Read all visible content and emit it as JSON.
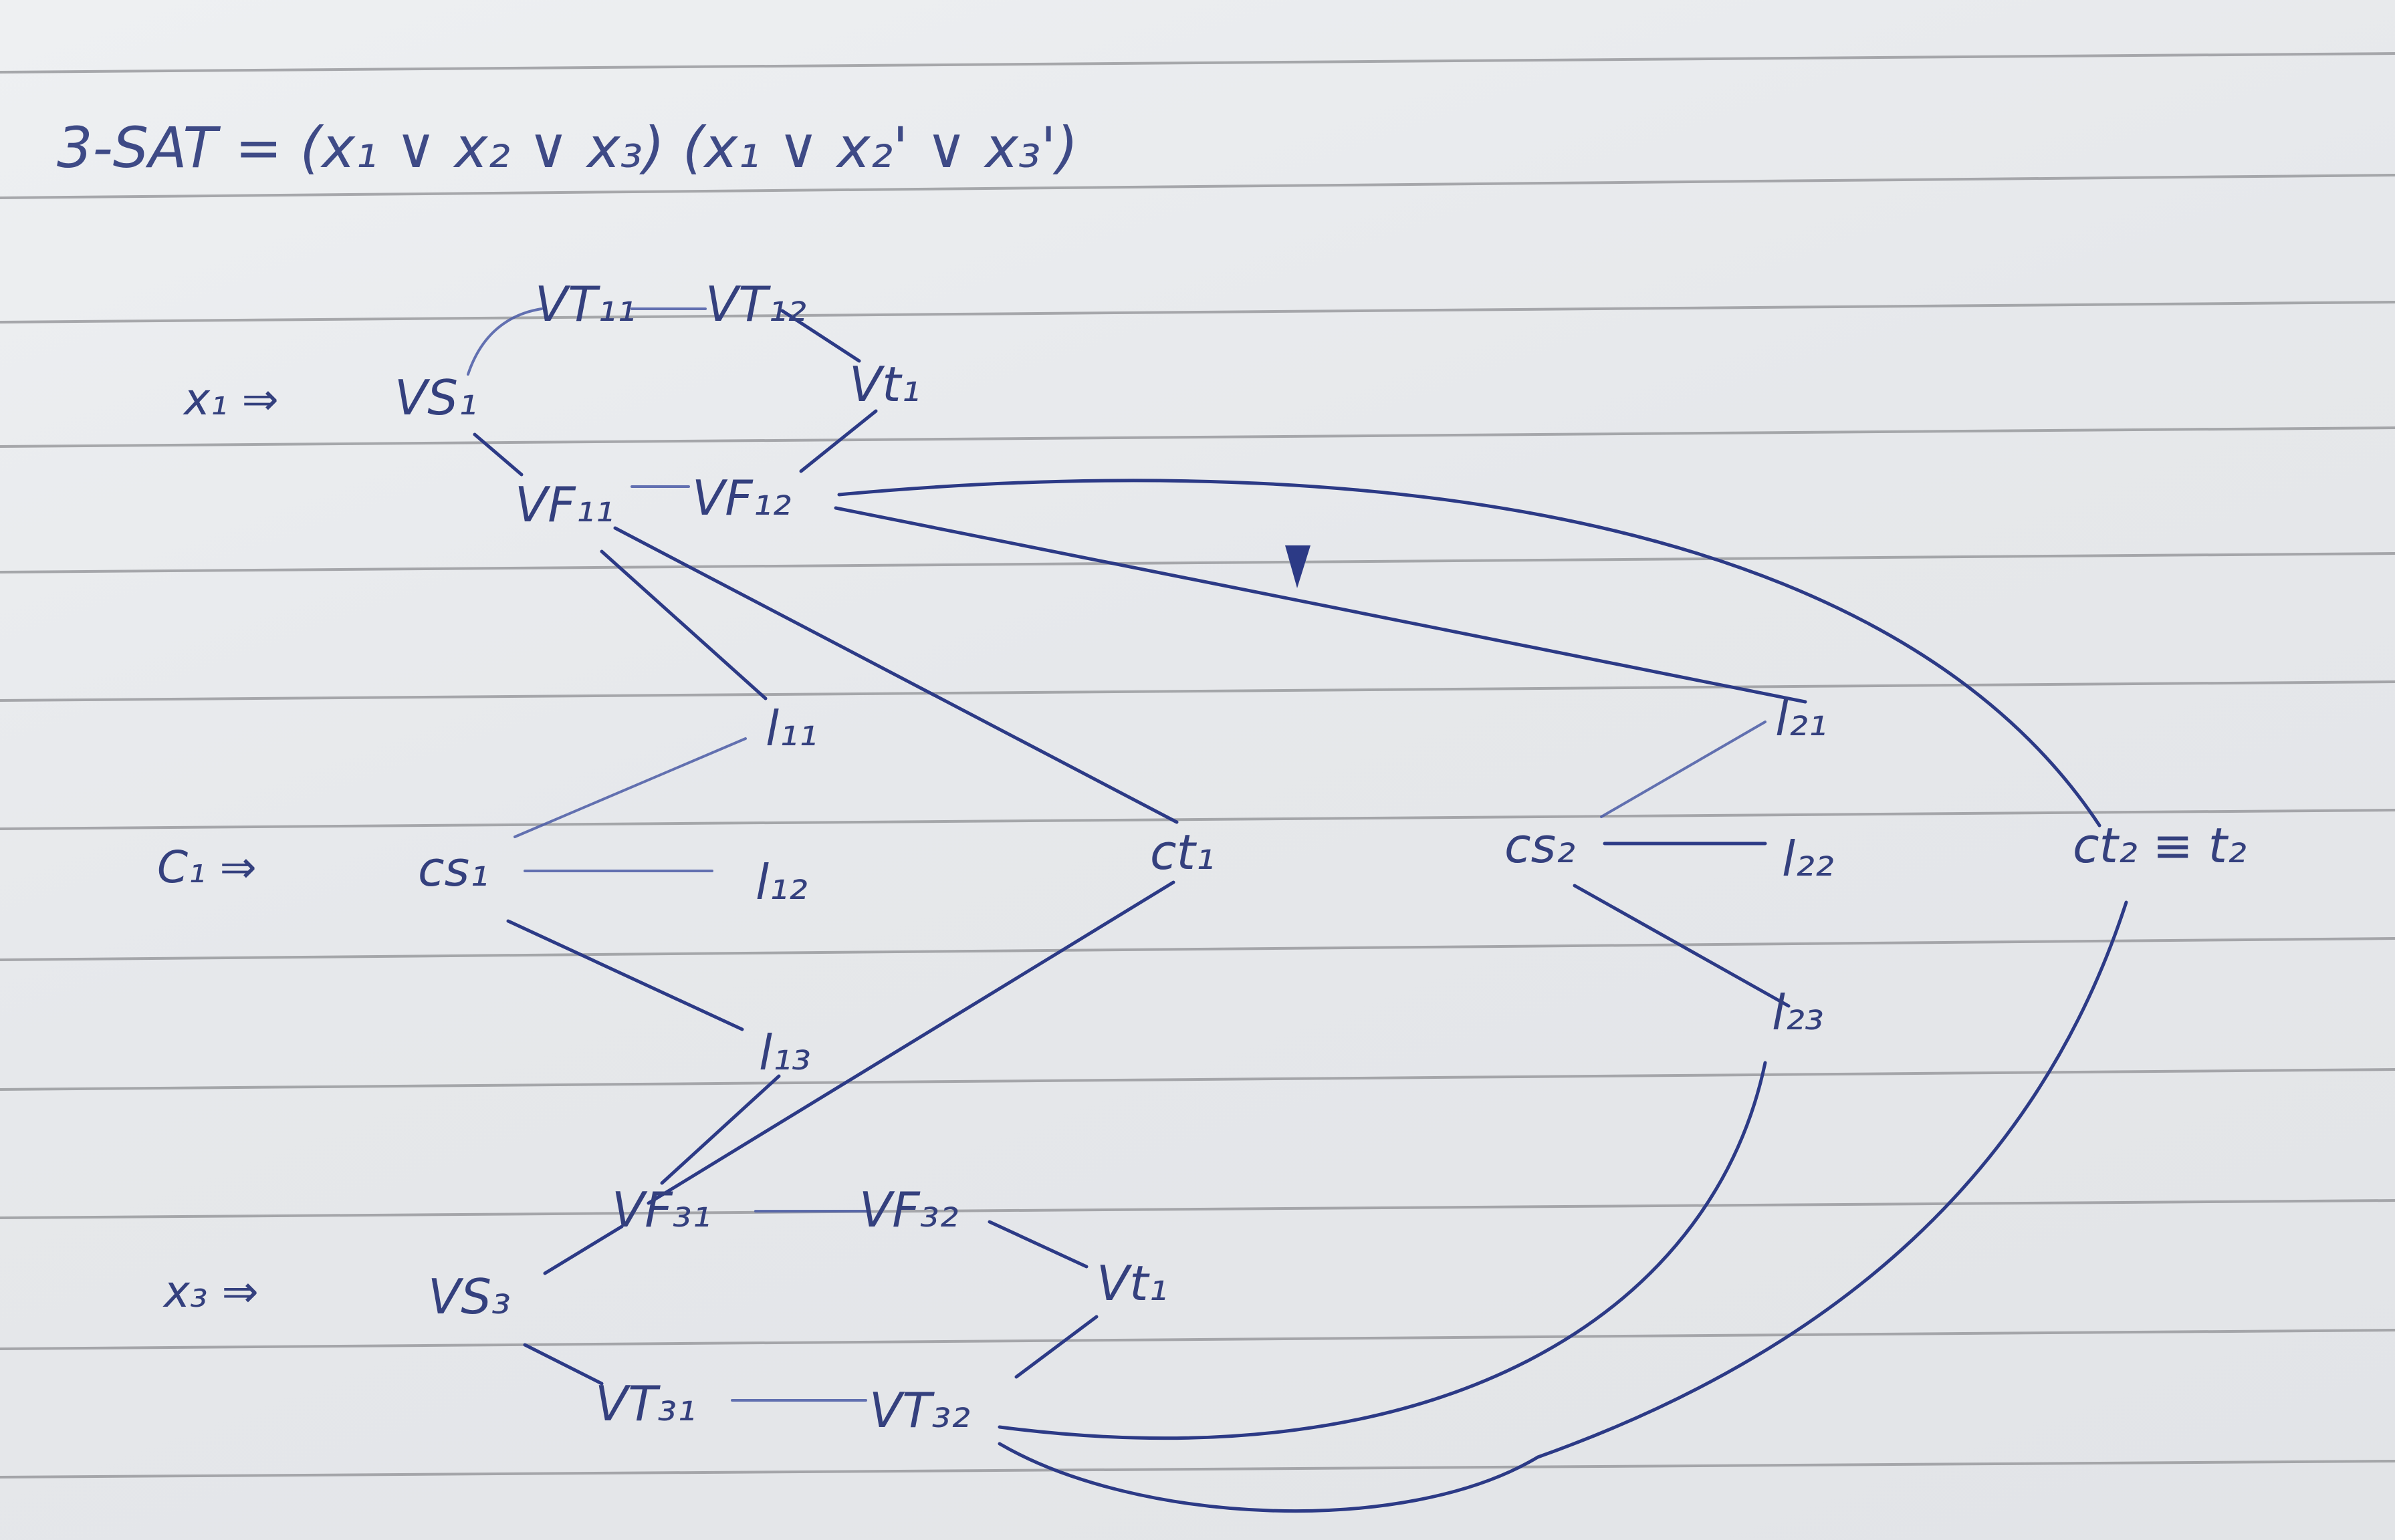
{
  "formula": {
    "text": "3-SAT =  (x₁ ∨ x₂ ∨ x₃)  (x₁ ∨ x₂' ∨ x₃')"
  },
  "rows": {
    "x1": "x₁ ⇒",
    "c1": "C₁ ⇒",
    "x3": "x₃ ⇒"
  },
  "nodes": {
    "vs1": "VS₁",
    "vT11": "VT₁₁",
    "vT12": "VT₁₂",
    "vt1_top": "Vt₁",
    "vF11": "VF₁₁",
    "vF12": "VF₁₂",
    "l11": "l₁₁",
    "l12": "l₁₂",
    "l13": "l₁₃",
    "cs1": "cs₁",
    "ct1": "ct₁",
    "cs2": "cs₂",
    "l21": "l₂₁",
    "l22": "l₂₂",
    "l23": "l₂₃",
    "ct2": "ct₂ ≡ t₂",
    "vs3": "VS₃",
    "vF31": "VF₃₁",
    "vF32": "VF₃₂",
    "vt1_bottom": "Vt₁",
    "vT31": "VT₃₁",
    "vT32": "VT₃₂"
  },
  "colors": {
    "ink": "#2c3a86",
    "paper": "#e9eaec",
    "rule": "#8f9094"
  }
}
